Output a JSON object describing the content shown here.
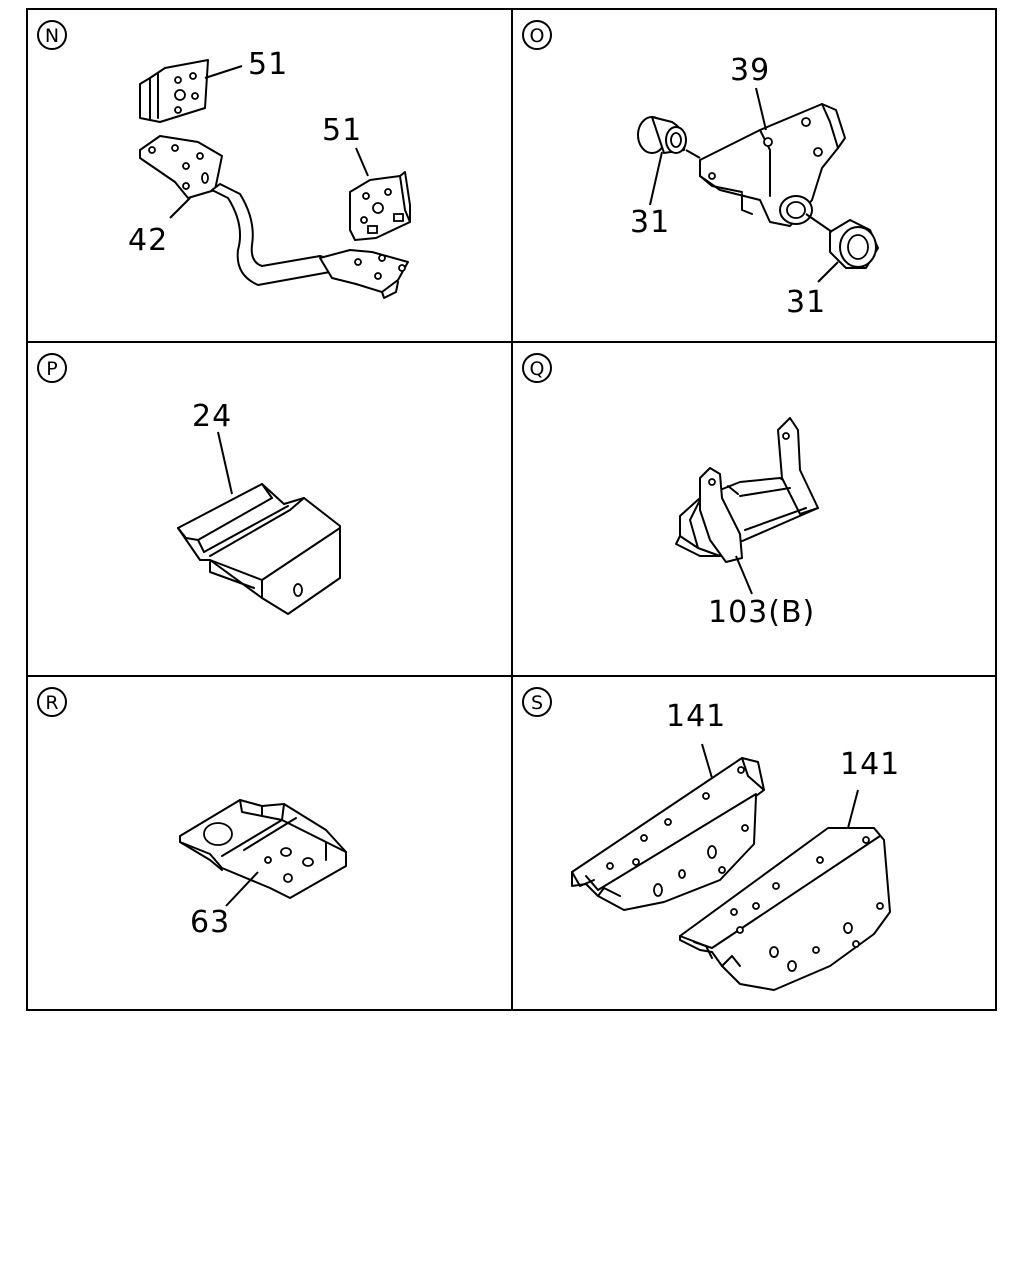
{
  "panels": [
    {
      "id": "N",
      "marker": "N",
      "callouts": [
        "51",
        "51",
        "42"
      ]
    },
    {
      "id": "O",
      "marker": "O",
      "callouts": [
        "39",
        "31",
        "31"
      ]
    },
    {
      "id": "P",
      "marker": "P",
      "callouts": [
        "24"
      ]
    },
    {
      "id": "Q",
      "marker": "Q",
      "callouts": [
        "103(B)"
      ]
    },
    {
      "id": "R",
      "marker": "R",
      "callouts": [
        "63"
      ]
    },
    {
      "id": "S",
      "marker": "S",
      "callouts": [
        "141",
        "141"
      ]
    }
  ]
}
